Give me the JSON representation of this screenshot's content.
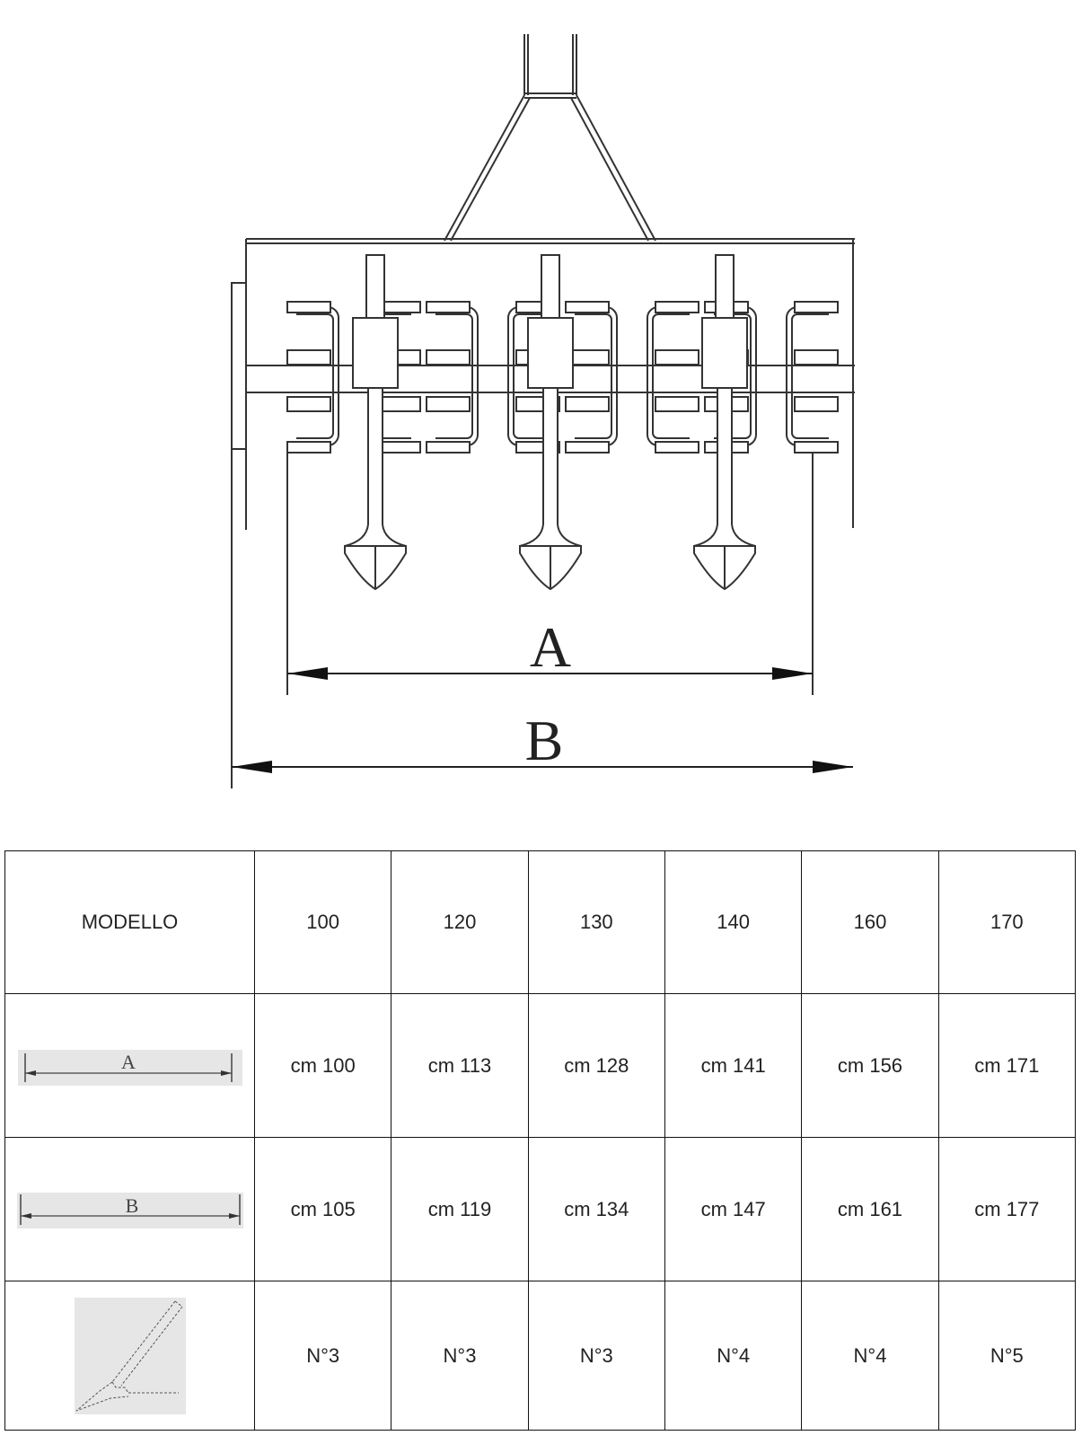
{
  "drawing": {
    "label_a": "A",
    "label_b": "B"
  },
  "table": {
    "header_label": "MODELLO",
    "models": [
      "100",
      "120",
      "130",
      "140",
      "160",
      "170"
    ],
    "rows": [
      {
        "icon": "dimension-a-icon",
        "icon_label": "A",
        "values": [
          "cm 100",
          "cm 113",
          "cm 128",
          "cm 141",
          "cm 156",
          "cm 171"
        ]
      },
      {
        "icon": "dimension-b-icon",
        "icon_label": "B",
        "values": [
          "cm 105",
          "cm 119",
          "cm 134",
          "cm 147",
          "cm 161",
          "cm 177"
        ]
      },
      {
        "icon": "tine-icon",
        "values": [
          "N°3",
          "N°3",
          "N°3",
          "N°4",
          "N°4",
          "N°5"
        ]
      }
    ]
  },
  "colors": {
    "line": "#222222",
    "thumb_bg": "#e6e6e6"
  }
}
